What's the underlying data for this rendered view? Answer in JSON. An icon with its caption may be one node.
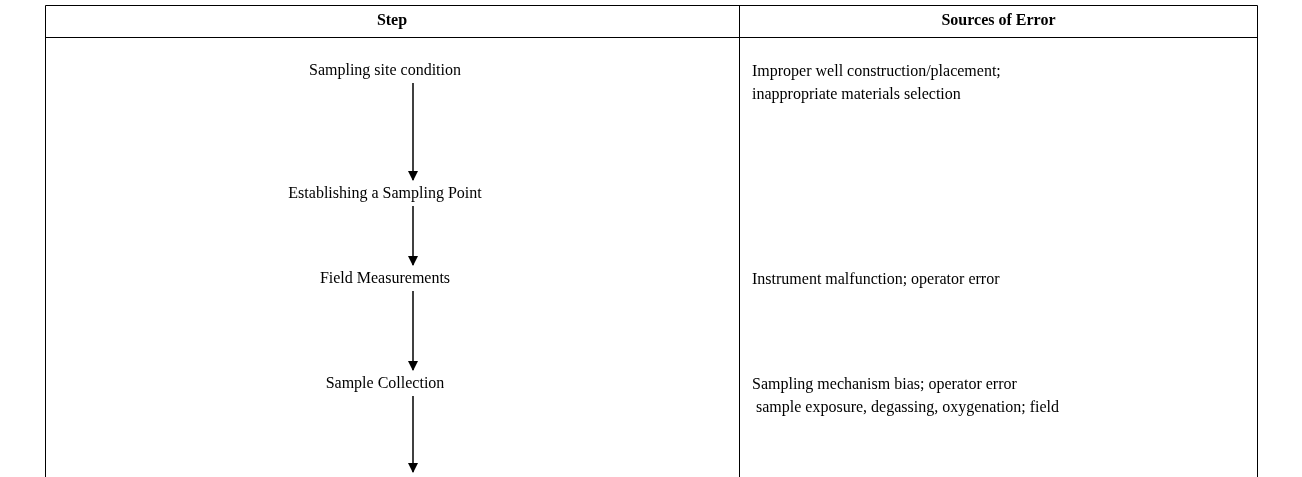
{
  "diagram": {
    "nodes": [
      {
        "text": [
          "Sampling site condition"
        ]
      },
      {
        "text": [
          "Establishing a Sampling Point"
        ]
      },
      {
        "text": [
          "Field Measurements"
        ]
      },
      {
        "text": [
          "Sample Collection"
        ]
      }
    ],
    "edges": [
      {
        "from": 0,
        "to": 1,
        "arrow": "to"
      },
      {
        "from": 1,
        "to": 2,
        "arrow": "to"
      },
      {
        "from": 2,
        "to": 3,
        "arrow": "to"
      },
      {
        "from": 3,
        "to": null,
        "arrow": "to"
      }
    ],
    "labels": [
      "Step",
      "Sources of Error",
      "Improper well construction/placement; inappropriate materials selection",
      "Instrument malfunction; operator error",
      "Sampling mechanism bias; operator error",
      "sample exposure, degassing, oxygenation; field"
    ]
  }
}
